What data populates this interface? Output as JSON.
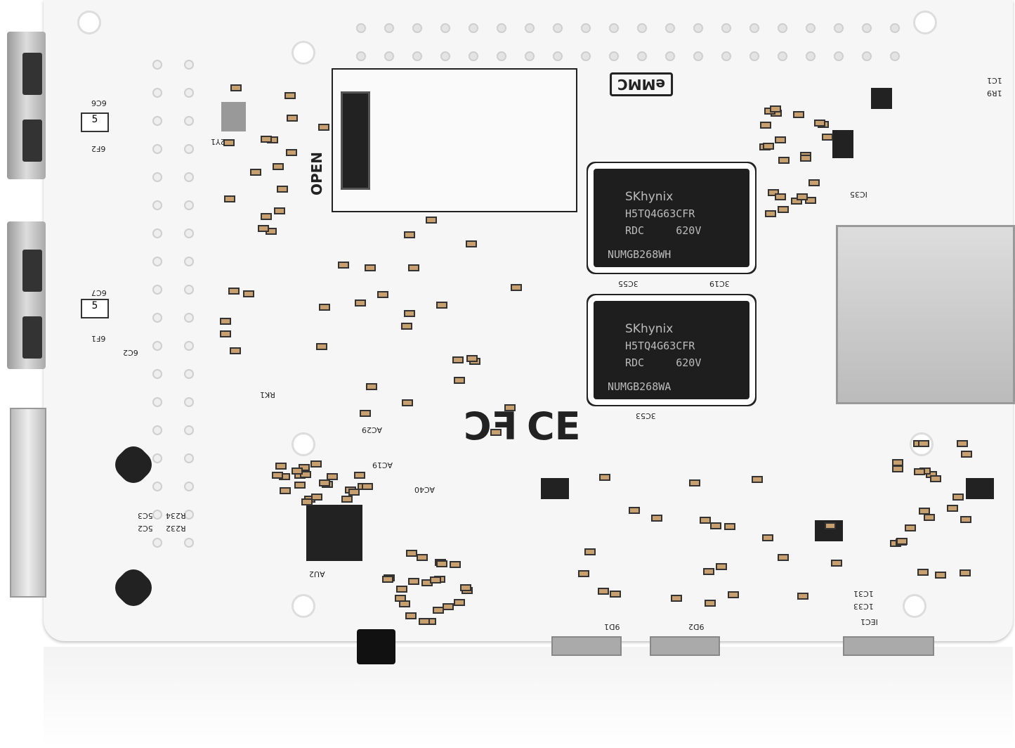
{
  "board": {
    "emmc_label": "eMMC",
    "open_label": "OPEN",
    "ram_chips": [
      {
        "brand": "SKhynix",
        "part": "H5TQ4G63CFR",
        "line3": "RDC     620V",
        "code": "NUMGB268WH"
      },
      {
        "brand": "SKhynix",
        "part": "H5TQ4G63CFR",
        "line3": "RDC     620V",
        "code": "NUMGB268WA"
      }
    ],
    "marks": {
      "ce": "CE",
      "fcc": "FC"
    },
    "silkscreen": [
      "6C6",
      "6F2",
      "6C7",
      "6F1",
      "6C2",
      "RK1",
      "2Y1",
      "5C3",
      "5C2",
      "R234",
      "R232",
      "AU2",
      "3C55",
      "3C19",
      "3C53",
      "1C1",
      "1R9",
      "IC35",
      "1C31",
      "1C33",
      "IEC1",
      "9D1",
      "9D2",
      "AC19",
      "AC40",
      "AC29"
    ],
    "usb_port_labels": [
      "5",
      "5"
    ]
  }
}
